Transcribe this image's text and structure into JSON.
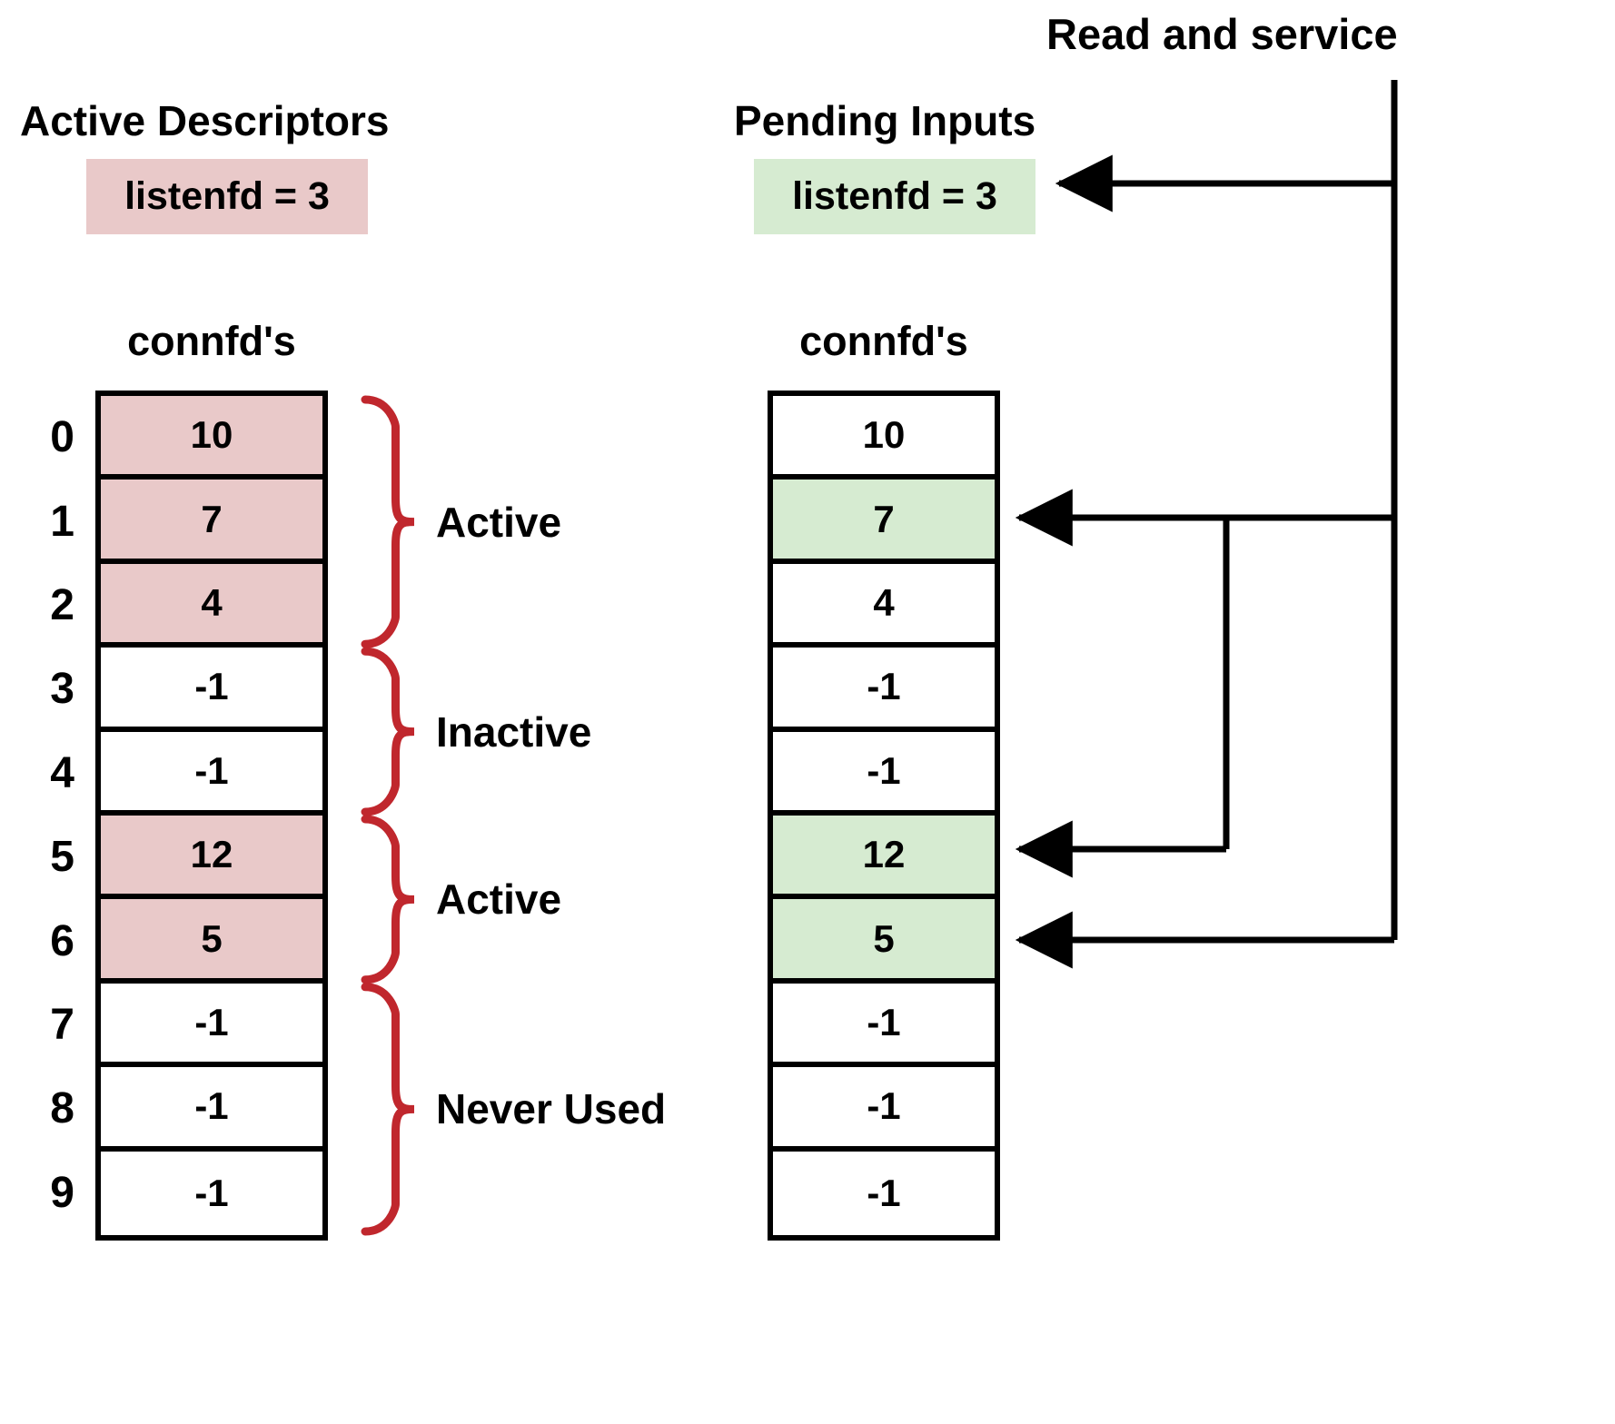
{
  "left_panel": {
    "title": "Active Descriptors",
    "listenfd_label": "listenfd = 3",
    "column_header": "connfd's",
    "highlight_color": "#E9C9C9",
    "indices": [
      "0",
      "1",
      "2",
      "3",
      "4",
      "5",
      "6",
      "7",
      "8",
      "9"
    ],
    "values": [
      "10",
      "7",
      "4",
      "-1",
      "-1",
      "12",
      "5",
      "-1",
      "-1",
      "-1"
    ],
    "highlighted": [
      true,
      true,
      true,
      false,
      false,
      true,
      true,
      false,
      false,
      false
    ],
    "braces": [
      {
        "label": "Active",
        "first_row": 0,
        "last_row": 2
      },
      {
        "label": "Inactive",
        "first_row": 3,
        "last_row": 4
      },
      {
        "label": "Active",
        "first_row": 5,
        "last_row": 6
      },
      {
        "label": "Never Used",
        "first_row": 7,
        "last_row": 9
      }
    ],
    "brace_color": "#C0272D"
  },
  "right_panel": {
    "title": "Pending Inputs",
    "listenfd_label": "listenfd = 3",
    "column_header": "connfd's",
    "highlight_color": "#D6EBD1",
    "values": [
      "10",
      "7",
      "4",
      "-1",
      "-1",
      "12",
      "5",
      "-1",
      "-1",
      "-1"
    ],
    "highlighted": [
      false,
      true,
      false,
      false,
      false,
      true,
      true,
      false,
      false,
      false
    ]
  },
  "annotation": {
    "read_and_service": "Read and service",
    "arrow_targets": [
      "listenfd = 3",
      "7",
      "12",
      "5"
    ],
    "line_color": "#000000"
  }
}
